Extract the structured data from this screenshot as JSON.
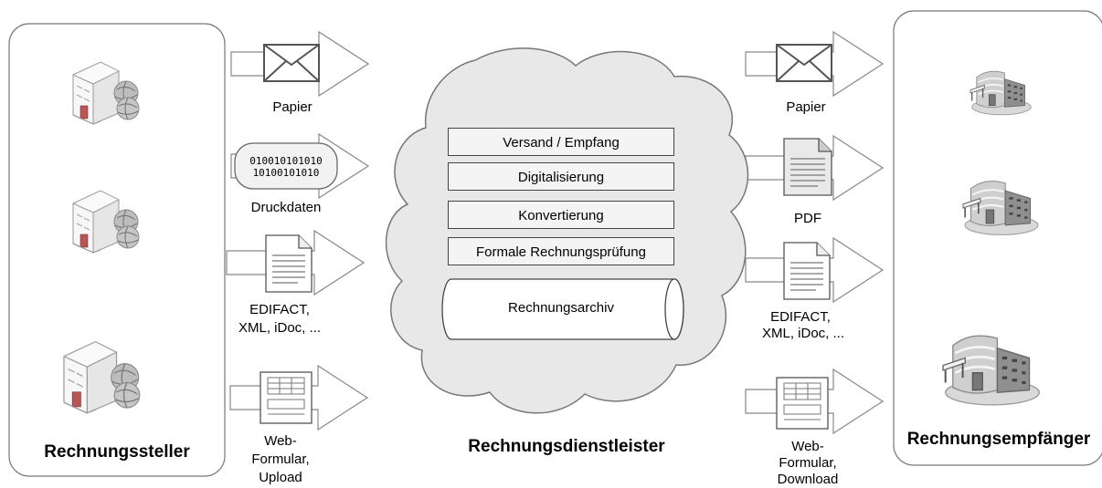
{
  "sender": {
    "title": "Rechnungssteller"
  },
  "provider": {
    "title": "Rechnungsdienstleister",
    "steps": [
      "Versand / Empfang",
      "Digitalisierung",
      "Konvertierung",
      "Formale Rechnungsprüfung"
    ],
    "archive": "Rechnungsarchiv"
  },
  "receiver": {
    "title": "Rechnungsempfänger"
  },
  "inbound": {
    "paper": "Papier",
    "binary_line1": "010010101010",
    "binary_line2": "10100101010",
    "print_data": "Druckdaten",
    "edi_line1": "EDIFACT,",
    "edi_line2": "XML, iDoc, ...",
    "web_line1": "Web-",
    "web_line2": "Formular,",
    "web_line3": "Upload"
  },
  "outbound": {
    "paper": "Papier",
    "pdf": "PDF",
    "edi_line1": "EDIFACT,",
    "edi_line2": "XML, iDoc, ...",
    "web_line1": "Web-",
    "web_line2": "Formular,",
    "web_line3": "Download"
  },
  "icons": {
    "sender_buildings": "office-building-globe-icon",
    "receiver_buildings": "corporate-building-icon",
    "paper": "envelope-icon",
    "print_data": "binary-data-icon",
    "edi": "document-icon",
    "pdf": "pdf-document-icon",
    "web": "web-form-icon",
    "cloud": "cloud-icon",
    "archive": "cylinder-archive-icon"
  },
  "colors": {
    "cloud_fill": "#e8e8e8",
    "stroke": "#666666",
    "step_fill": "#f4f4f4"
  }
}
